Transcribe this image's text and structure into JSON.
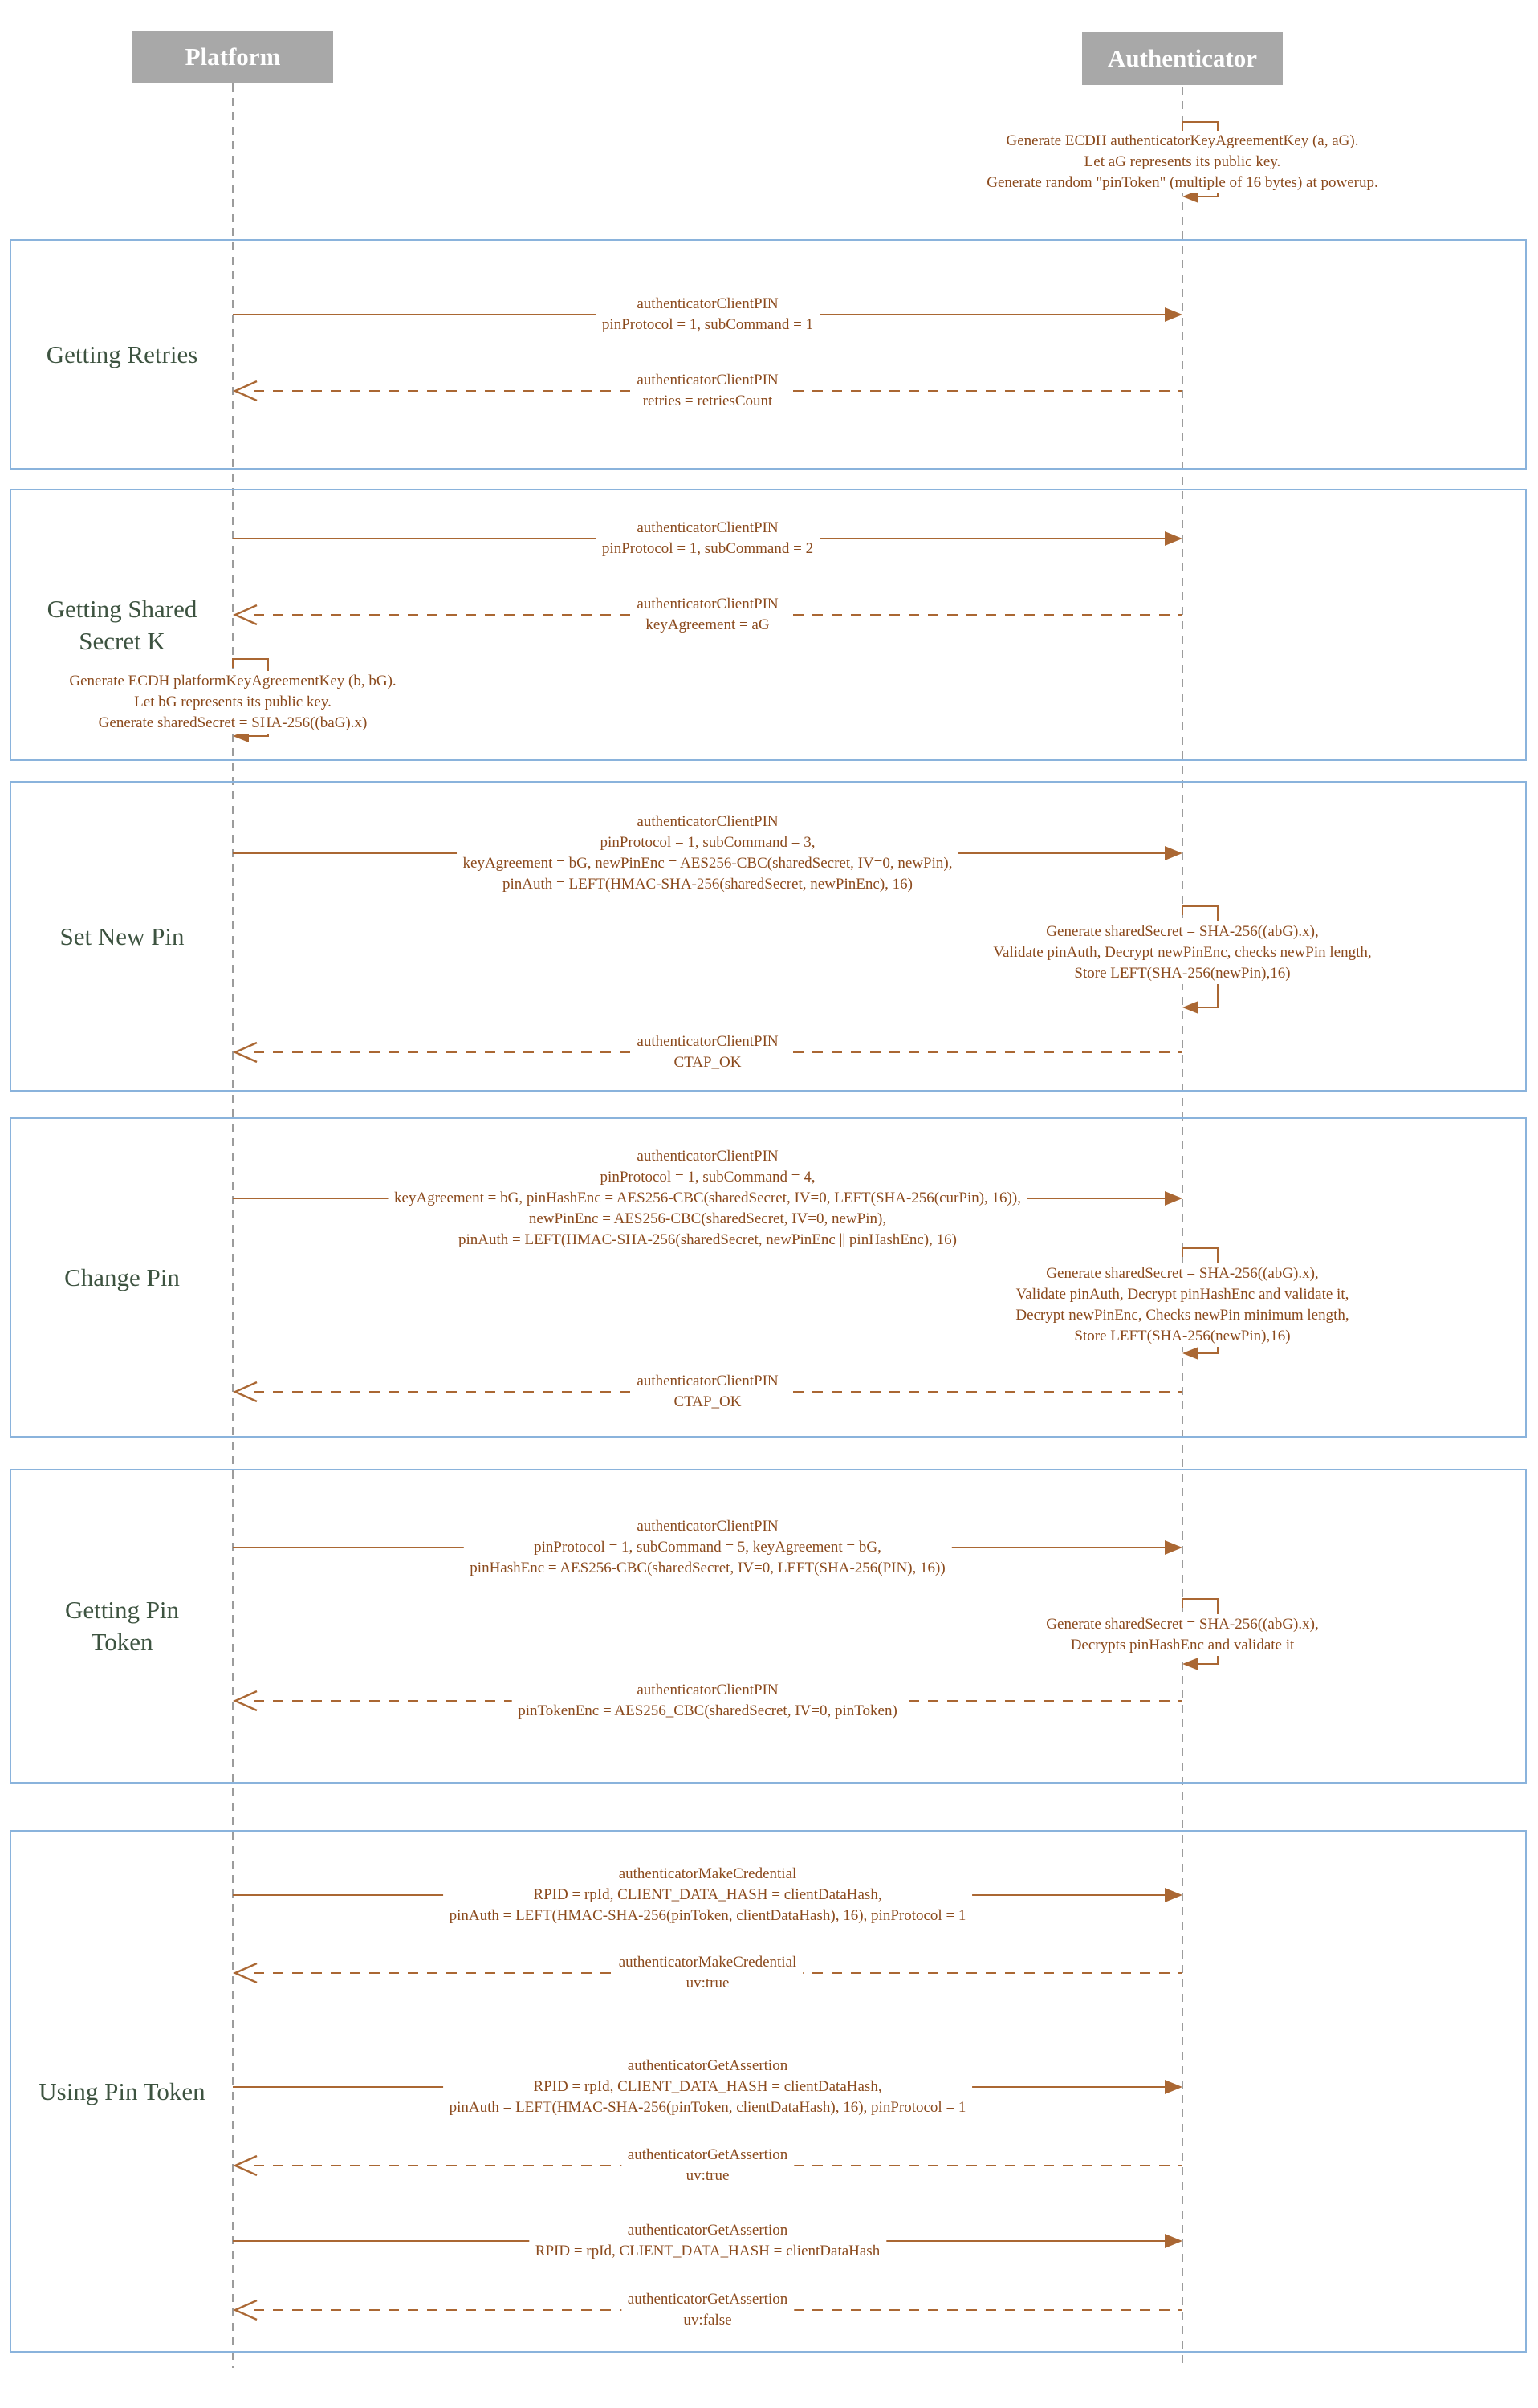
{
  "diagram": {
    "actors": [
      {
        "id": "platform",
        "label": "Platform"
      },
      {
        "id": "authenticator",
        "label": "Authenticator"
      }
    ],
    "colors": {
      "arrow": "#aa6733",
      "message_text": "#8b4a1d",
      "section_title": "#3d5340",
      "section_border": "#8ab3dc",
      "lifeline": "#9c9c9c",
      "actor_box_bg": "#a8a8a8",
      "actor_label": "#ffffff"
    },
    "initial_note": {
      "actor": "authenticator",
      "lines": [
        "Generate ECDH authenticatorKeyAgreementKey (a, aG).",
        "Let aG represents its public key.",
        "Generate random \"pinToken\" (multiple of 16 bytes) at powerup."
      ]
    },
    "sections": [
      {
        "title": "Getting Retries",
        "title_lines": [
          "Getting Retries"
        ],
        "messages": [
          {
            "type": "request",
            "from": "platform",
            "to": "authenticator",
            "lines": [
              "authenticatorClientPIN",
              "pinProtocol = 1, subCommand = 1"
            ]
          },
          {
            "type": "response",
            "from": "authenticator",
            "to": "platform",
            "lines": [
              "authenticatorClientPIN",
              "retries = retriesCount"
            ]
          }
        ]
      },
      {
        "title": "Getting Shared Secret K",
        "title_lines": [
          "Getting Shared",
          "Secret K"
        ],
        "messages": [
          {
            "type": "request",
            "from": "platform",
            "to": "authenticator",
            "lines": [
              "authenticatorClientPIN",
              "pinProtocol = 1, subCommand = 2"
            ]
          },
          {
            "type": "response",
            "from": "authenticator",
            "to": "platform",
            "lines": [
              "authenticatorClientPIN",
              "keyAgreement = aG"
            ]
          },
          {
            "type": "self",
            "actor": "platform",
            "lines": [
              "Generate ECDH platformKeyAgreementKey (b, bG).",
              "Let bG represents its public key.",
              "Generate sharedSecret = SHA-256((baG).x)"
            ]
          }
        ]
      },
      {
        "title": "Set New Pin",
        "title_lines": [
          "Set New Pin"
        ],
        "messages": [
          {
            "type": "request",
            "from": "platform",
            "to": "authenticator",
            "lines": [
              "authenticatorClientPIN",
              "pinProtocol = 1, subCommand = 3,",
              "keyAgreement = bG, newPinEnc = AES256-CBC(sharedSecret, IV=0, newPin),",
              "pinAuth = LEFT(HMAC-SHA-256(sharedSecret, newPinEnc), 16)"
            ]
          },
          {
            "type": "self",
            "actor": "authenticator",
            "lines": [
              "Generate sharedSecret = SHA-256((abG).x),",
              "Validate pinAuth, Decrypt newPinEnc, checks newPin length,",
              "Store LEFT(SHA-256(newPin),16)"
            ]
          },
          {
            "type": "response",
            "from": "authenticator",
            "to": "platform",
            "lines": [
              "authenticatorClientPIN",
              "CTAP_OK"
            ]
          }
        ]
      },
      {
        "title": "Change Pin",
        "title_lines": [
          "Change Pin"
        ],
        "messages": [
          {
            "type": "request",
            "from": "platform",
            "to": "authenticator",
            "lines": [
              "authenticatorClientPIN",
              "pinProtocol = 1, subCommand = 4,",
              "keyAgreement = bG, pinHashEnc = AES256-CBC(sharedSecret, IV=0, LEFT(SHA-256(curPin), 16)),",
              "newPinEnc = AES256-CBC(sharedSecret, IV=0, newPin),",
              "pinAuth = LEFT(HMAC-SHA-256(sharedSecret, newPinEnc || pinHashEnc), 16)"
            ]
          },
          {
            "type": "self",
            "actor": "authenticator",
            "lines": [
              "Generate sharedSecret = SHA-256((abG).x),",
              "Validate pinAuth, Decrypt pinHashEnc and validate it,",
              "Decrypt newPinEnc, Checks newPin minimum length,",
              "Store LEFT(SHA-256(newPin),16)"
            ]
          },
          {
            "type": "response",
            "from": "authenticator",
            "to": "platform",
            "lines": [
              "authenticatorClientPIN",
              "CTAP_OK"
            ]
          }
        ]
      },
      {
        "title": "Getting Pin Token",
        "title_lines": [
          "Getting Pin",
          "Token"
        ],
        "messages": [
          {
            "type": "request",
            "from": "platform",
            "to": "authenticator",
            "lines": [
              "authenticatorClientPIN",
              "pinProtocol = 1, subCommand = 5, keyAgreement = bG,",
              "pinHashEnc = AES256-CBC(sharedSecret, IV=0, LEFT(SHA-256(PIN), 16))"
            ]
          },
          {
            "type": "self",
            "actor": "authenticator",
            "lines": [
              "Generate sharedSecret = SHA-256((abG).x),",
              "Decrypts pinHashEnc and validate it"
            ]
          },
          {
            "type": "response",
            "from": "authenticator",
            "to": "platform",
            "lines": [
              "authenticatorClientPIN",
              "pinTokenEnc = AES256_CBC(sharedSecret, IV=0, pinToken)"
            ]
          }
        ]
      },
      {
        "title": "Using Pin Token",
        "title_lines": [
          "Using Pin Token"
        ],
        "messages": [
          {
            "type": "request",
            "from": "platform",
            "to": "authenticator",
            "lines": [
              "authenticatorMakeCredential",
              "RPID = rpId, CLIENT_DATA_HASH = clientDataHash,",
              "pinAuth = LEFT(HMAC-SHA-256(pinToken, clientDataHash), 16), pinProtocol = 1"
            ]
          },
          {
            "type": "response",
            "from": "authenticator",
            "to": "platform",
            "lines": [
              "authenticatorMakeCredential",
              "uv:true"
            ]
          },
          {
            "type": "request",
            "from": "platform",
            "to": "authenticator",
            "lines": [
              "authenticatorGetAssertion",
              "RPID = rpId, CLIENT_DATA_HASH = clientDataHash,",
              "pinAuth = LEFT(HMAC-SHA-256(pinToken, clientDataHash), 16), pinProtocol = 1"
            ]
          },
          {
            "type": "response",
            "from": "authenticator",
            "to": "platform",
            "lines": [
              "authenticatorGetAssertion",
              "uv:true"
            ]
          },
          {
            "type": "request",
            "from": "platform",
            "to": "authenticator",
            "lines": [
              "authenticatorGetAssertion",
              "RPID = rpId, CLIENT_DATA_HASH = clientDataHash"
            ]
          },
          {
            "type": "response",
            "from": "authenticator",
            "to": "platform",
            "lines": [
              "authenticatorGetAssertion",
              "uv:false"
            ]
          }
        ]
      }
    ]
  }
}
